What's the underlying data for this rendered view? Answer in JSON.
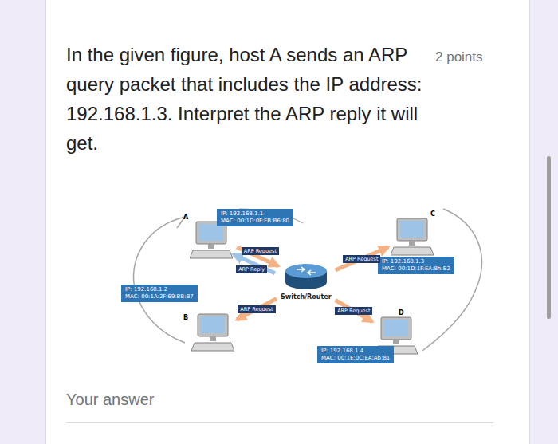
{
  "diagram": {
    "title": "In the given figure, host A sends an ARP query packet that includes the IP address: 192.168.1.3. Interpret the ARP reply it will get.",
    "nodes": [
      {
        "text": [
          "A"
        ]
      },
      {
        "text": [
          "IP: 192.168.1.1",
          "MAC: 00:1D:0F:EB:B6:80"
        ]
      },
      {
        "text": [
          "C"
        ]
      },
      {
        "text": [
          "IP: 192.168.1.3",
          "MAC: 00:1D:1F:EA:8h:B2"
        ]
      },
      {
        "text": [
          "IP: 192.168.1.2",
          "MAC: 00:1A:2F:69:BB:B7"
        ]
      },
      {
        "text": [
          "B"
        ]
      },
      {
        "text": [
          "Switch/Router"
        ]
      },
      {
        "text": [
          "D"
        ]
      },
      {
        "text": [
          "IP: 192.168.1.4",
          "MAC: 00:1E:0C:EA:Ab:81"
        ]
      }
    ],
    "edges": [
      {
        "from": 0,
        "to": 6,
        "label": "ARP Request",
        "arrow": "to"
      },
      {
        "from": 6,
        "to": 0,
        "label": "ARP Reply",
        "arrow": "to"
      },
      {
        "from": 6,
        "to": 2,
        "label": "ARP Request",
        "arrow": "to"
      },
      {
        "from": 6,
        "to": 5,
        "label": "ARP Request",
        "arrow": "to"
      },
      {
        "from": 6,
        "to": 7,
        "label": "ARP Request",
        "arrow": "to"
      }
    ],
    "labels": [
      "2 points",
      "Your answer"
    ]
  }
}
